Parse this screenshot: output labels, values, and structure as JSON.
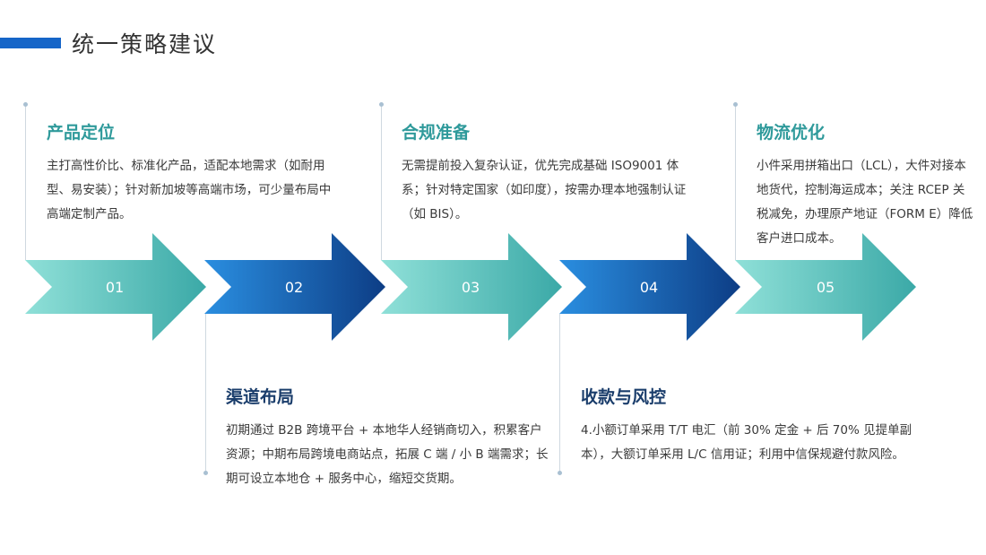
{
  "page": {
    "title": "统一策略建议"
  },
  "steps": [
    {
      "number": "01",
      "title": "产品定位",
      "body": "主打高性价比、标准化产品，适配本地需求（如耐用型、易安装）；针对新加坡等高端市场，可少量布局中高端定制产品。"
    },
    {
      "number": "02",
      "title": "渠道布局",
      "body": "初期通过 B2B 跨境平台 + 本地华人经销商切入，积累客户资源；中期布局跨境电商站点，拓展 C 端 / 小 B 端需求；长期可设立本地仓 + 服务中心，缩短交货期。"
    },
    {
      "number": "03",
      "title": "合规准备",
      "body": "无需提前投入复杂认证，优先完成基础 ISO9001 体系；针对特定国家（如印度），按需办理本地强制认证（如 BIS）。"
    },
    {
      "number": "04",
      "title": "收款与风控",
      "body": "4.小额订单采用 T/T 电汇（前 30% 定金 + 后 70% 见提单副本），大额订单采用 L/C 信用证；利用中信保规避付款风险。"
    },
    {
      "number": "05",
      "title": "物流优化",
      "body": "小件采用拼箱出口（LCL），大件对接本地货代，控制海运成本；关注 RCEP 关税减免，办理原产地证（FORM E）降低客户进口成本。"
    }
  ],
  "colors": {
    "teal_light": "#8fe0d8",
    "teal_dark": "#3ba9a7",
    "blue_light": "#2a8ee0",
    "blue_dark": "#0d3d85",
    "title_bar": "#1565c8"
  }
}
